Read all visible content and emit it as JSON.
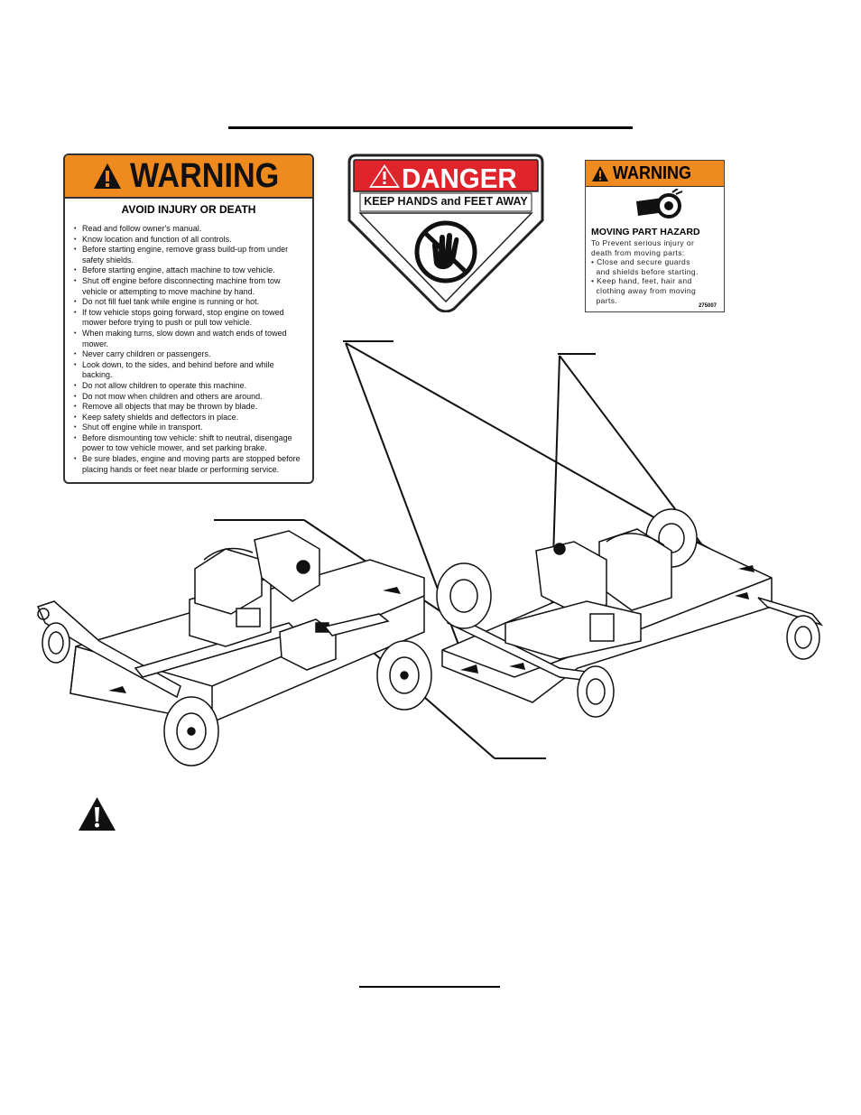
{
  "decal_warning_large": {
    "signal_word": "WARNING",
    "subtitle": "AVOID INJURY OR DEATH",
    "items": [
      "Read and follow owner's manual.",
      "Know  location and function of all controls.",
      "Before starting engine, remove grass build-up from under safety shields.",
      "Before starting engine, attach machine to tow vehicle.",
      "Shut off engine before disconnecting machine from tow vehicle or attempting to move machine by hand.",
      "Do not fill fuel tank while engine is running or hot.",
      "If tow vehicle stops going forward, stop engine on towed mower before trying to push or pull tow vehicle.",
      "When making turns, slow down and watch ends of towed mower.",
      "Never carry children or passengers.",
      "Look down, to the sides, and behind before and while backing.",
      "Do not allow children to operate this machine.",
      "Do not mow when children and others are around.",
      "Remove all objects that may be thrown by blade.",
      "Keep safety shields and deflectors in place.",
      "Shut off engine while in transport.",
      "Before dismounting tow vehicle: shift to neutral, disengage power to tow vehicle mower, and set parking brake.",
      "Be sure blades, engine and moving parts are stopped before placing hands or feet near blade or performing service."
    ]
  },
  "decal_danger": {
    "signal_word": "DANGER",
    "subtitle": "KEEP HANDS and FEET AWAY"
  },
  "decal_warning_small": {
    "signal_word": "WARNING",
    "hazard": "MOVING PART HAZARD",
    "text_lines": [
      "To Prevent serious injury or",
      "death from moving parts:",
      "• Close and secure guards",
      "  and shields before starting.",
      "• Keep hand, feet, hair and",
      "  clothing away from moving",
      "  parts."
    ],
    "part_number": "275007"
  },
  "colors": {
    "warning_orange": "#ef8a1f",
    "danger_red": "#e0242c"
  }
}
